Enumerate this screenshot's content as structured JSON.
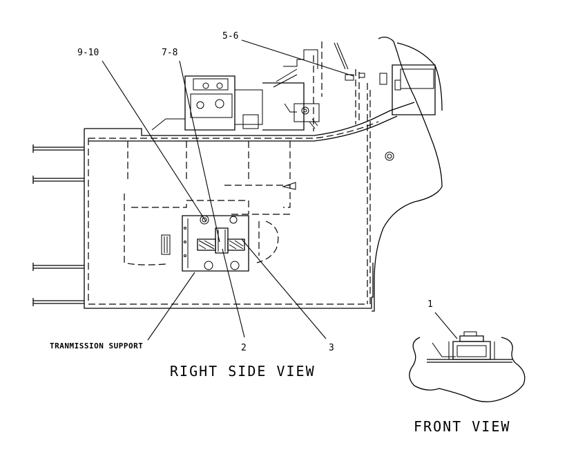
{
  "callouts": {
    "c_9_10": "9-10",
    "c_7_8": "7-8",
    "c_5_6": "5-6",
    "c_2": "2",
    "c_3": "3",
    "c_1": "1"
  },
  "labels": {
    "transmission_support": "TRANMISSION SUPPORT",
    "right_side_view": "RIGHT SIDE VIEW",
    "front_view": "FRONT VIEW"
  }
}
